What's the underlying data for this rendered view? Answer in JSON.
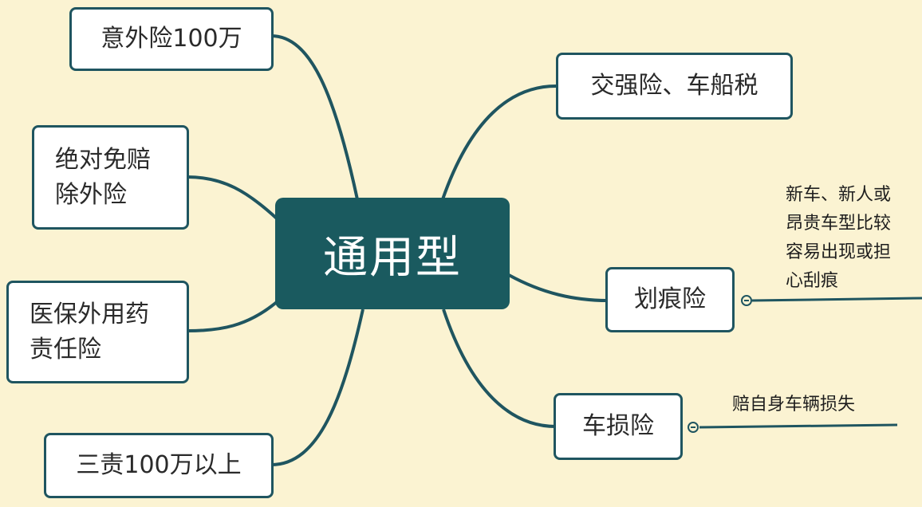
{
  "center": {
    "label": "通用型"
  },
  "left_branches": [
    {
      "lines": [
        "意外险100万"
      ]
    },
    {
      "lines": [
        "绝对免赔",
        "除外险"
      ]
    },
    {
      "lines": [
        "医保外用药",
        "责任险"
      ]
    },
    {
      "lines": [
        "三责100万以上"
      ]
    }
  ],
  "right_branches": [
    {
      "lines": [
        "交强险、车船税"
      ]
    },
    {
      "lines": [
        "划痕险"
      ],
      "note": [
        "新车、新人或",
        "昂贵车型比较",
        "容易出现或担",
        "心刮痕"
      ]
    },
    {
      "lines": [
        "车损险"
      ],
      "note": [
        "赔自身车辆损失"
      ]
    }
  ],
  "colors": {
    "background": "#fbf3d2",
    "center_fill": "#1a5a5f",
    "edge": "#1f5560"
  }
}
